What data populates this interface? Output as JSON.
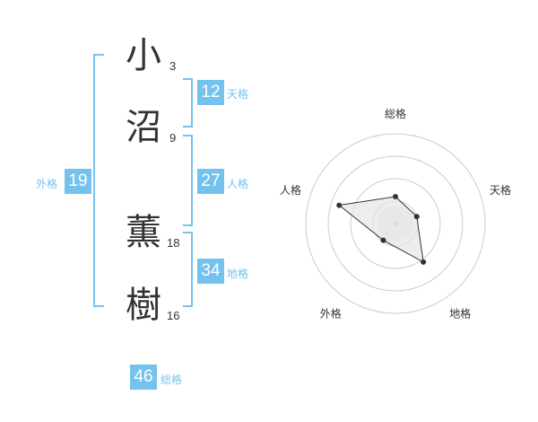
{
  "characters": [
    {
      "char": "小",
      "strokes": "3"
    },
    {
      "char": "沼",
      "strokes": "9"
    },
    {
      "char": "薫",
      "strokes": "18"
    },
    {
      "char": "樹",
      "strokes": "16"
    }
  ],
  "fortunes": {
    "tenkaku": {
      "value": "12",
      "label": "天格"
    },
    "jinkaku": {
      "value": "27",
      "label": "人格"
    },
    "chikaku": {
      "value": "34",
      "label": "地格"
    },
    "gaikaku": {
      "value": "19",
      "label": "外格"
    },
    "soukaku": {
      "value": "46",
      "label": "総格"
    }
  },
  "radar": {
    "axes": [
      "総格",
      "天格",
      "地格",
      "外格",
      "人格"
    ],
    "levels": 4,
    "scores": [
      0.3,
      0.25,
      0.53,
      0.23,
      0.66
    ],
    "colors": {
      "fill": "#e6e6e6",
      "stroke": "#333333",
      "grid": "#cccccc",
      "center": "#cccccc"
    }
  }
}
